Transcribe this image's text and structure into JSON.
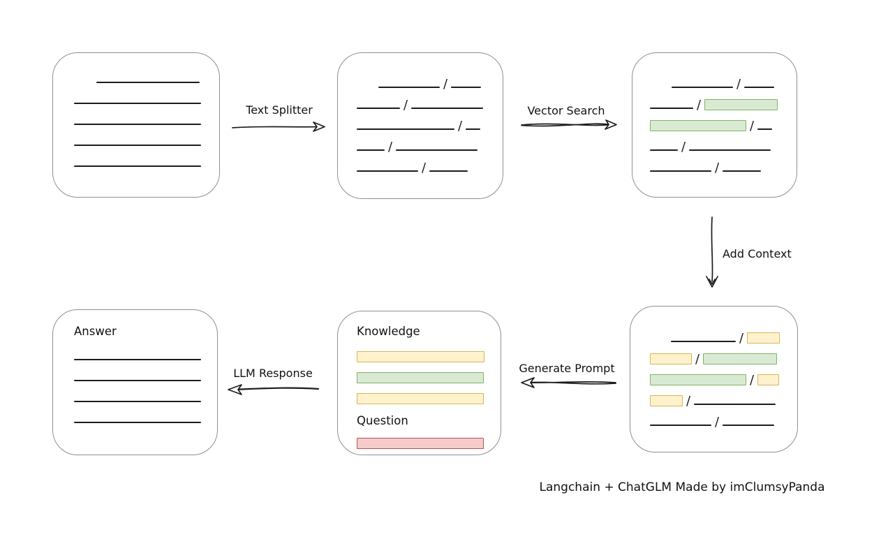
{
  "diagram": {
    "caption": "Langchain + ChatGLM Made by imClumsyPanda",
    "colors": {
      "stroke": "#1c1c1c",
      "box_border": "#8f8f8f",
      "green_fill": "#d9ead3",
      "green_border": "#82b366",
      "yellow_fill": "#fff2cc",
      "yellow_border": "#d6b656",
      "red_fill": "#f5cccb",
      "red_border": "#b85450"
    },
    "arrows": {
      "text_splitter": {
        "label": "Text Splitter"
      },
      "vector_search": {
        "label": "Vector Search"
      },
      "add_context": {
        "label": "Add Context"
      },
      "generate_prompt": {
        "label": "Generate Prompt"
      },
      "llm_response": {
        "label": "LLM Response"
      }
    },
    "boxes": {
      "source_document": {
        "rows": [
          [
            {
              "t": "line",
              "w": 148,
              "ml": 32
            }
          ],
          [
            {
              "t": "line",
              "w": 182
            }
          ],
          [
            {
              "t": "line",
              "w": 182
            }
          ],
          [
            {
              "t": "line",
              "w": 182
            }
          ],
          [
            {
              "t": "line",
              "w": 182
            }
          ]
        ]
      },
      "split_text": {
        "rows": [
          [
            {
              "t": "line",
              "w": 88,
              "ml": 31
            },
            {
              "t": "slash"
            },
            {
              "t": "line",
              "w": 43
            }
          ],
          [
            {
              "t": "line",
              "w": 62
            },
            {
              "t": "slash"
            },
            {
              "t": "line",
              "w": 103
            }
          ],
          [
            {
              "t": "line",
              "w": 140
            },
            {
              "t": "slash"
            },
            {
              "t": "line",
              "w": 21
            }
          ],
          [
            {
              "t": "line",
              "w": 40
            },
            {
              "t": "slash"
            },
            {
              "t": "line",
              "w": 117
            }
          ],
          [
            {
              "t": "line",
              "w": 88
            },
            {
              "t": "slash"
            },
            {
              "t": "line",
              "w": 55
            }
          ]
        ]
      },
      "vector_results": {
        "rows": [
          [
            {
              "t": "line",
              "w": 88,
              "ml": 31
            },
            {
              "t": "slash"
            },
            {
              "t": "line",
              "w": 43
            }
          ],
          [
            {
              "t": "line",
              "w": 62
            },
            {
              "t": "slash"
            },
            {
              "t": "hl",
              "c": "green",
              "w": 105
            }
          ],
          [
            {
              "t": "hl",
              "c": "green",
              "w": 138
            },
            {
              "t": "slash"
            },
            {
              "t": "line",
              "w": 21
            }
          ],
          [
            {
              "t": "line",
              "w": 40
            },
            {
              "t": "slash"
            },
            {
              "t": "line",
              "w": 117
            }
          ],
          [
            {
              "t": "line",
              "w": 88
            },
            {
              "t": "slash"
            },
            {
              "t": "line",
              "w": 55
            }
          ]
        ]
      },
      "context_chunks": {
        "rows": [
          [
            {
              "t": "line",
              "w": 93,
              "ml": 30
            },
            {
              "t": "slash"
            },
            {
              "t": "hl",
              "c": "yellow",
              "w": 47
            }
          ],
          [
            {
              "t": "hl",
              "c": "yellow",
              "w": 60
            },
            {
              "t": "slash"
            },
            {
              "t": "hl",
              "c": "green",
              "w": 106
            }
          ],
          [
            {
              "t": "hl",
              "c": "green",
              "w": 138
            },
            {
              "t": "slash"
            },
            {
              "t": "hl",
              "c": "yellow",
              "w": 31
            }
          ],
          [
            {
              "t": "hl",
              "c": "yellow",
              "w": 47
            },
            {
              "t": "slash"
            },
            {
              "t": "line",
              "w": 117
            }
          ],
          [
            {
              "t": "line",
              "w": 88
            },
            {
              "t": "slash"
            },
            {
              "t": "line",
              "w": 74
            }
          ]
        ]
      },
      "prompt": {
        "knowledge_label": "Knowledge",
        "question_label": "Question",
        "knowledge_rows": [
          [
            {
              "t": "hl",
              "c": "yellow",
              "w": 183
            }
          ],
          [
            {
              "t": "hl",
              "c": "green",
              "w": 182
            }
          ],
          [
            {
              "t": "hl",
              "c": "yellow",
              "w": 182
            }
          ]
        ],
        "question_rows": [
          [
            {
              "t": "hl",
              "c": "red",
              "w": 182
            }
          ]
        ]
      },
      "answer": {
        "label": "Answer",
        "rows": [
          [
            {
              "t": "line",
              "w": 182
            }
          ],
          [
            {
              "t": "line",
              "w": 182
            }
          ],
          [
            {
              "t": "line",
              "w": 182
            }
          ],
          [
            {
              "t": "line",
              "w": 182
            }
          ]
        ]
      }
    }
  }
}
